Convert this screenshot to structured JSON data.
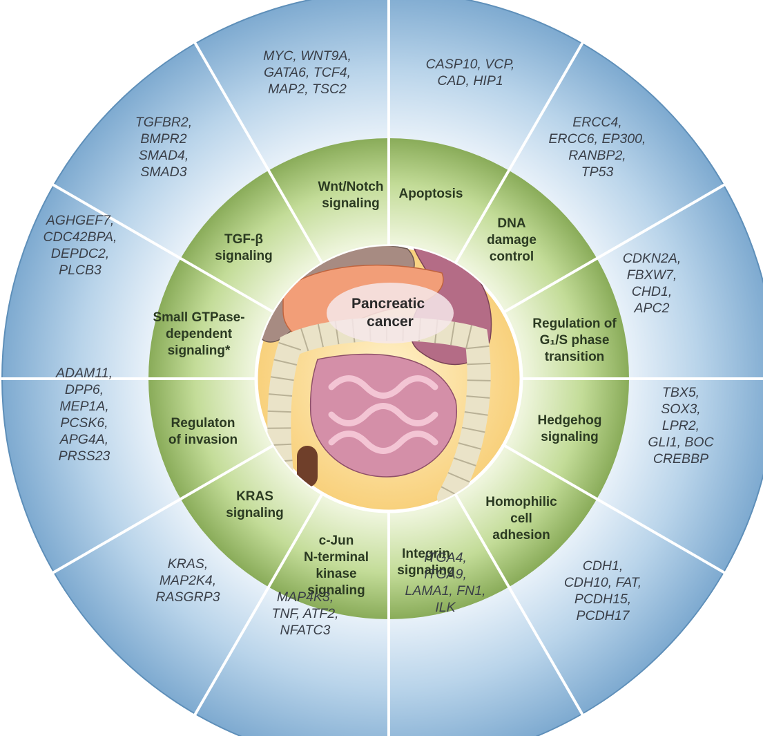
{
  "center_label": [
    "Pancreatic",
    "cancer"
  ],
  "colors": {
    "outer_ring_edge": "#7aa8cf",
    "outer_ring_light": "#e6f0f8",
    "pathway_ring_dark": "#7fa34e",
    "pathway_ring_light": "#d8e8bc",
    "center_fill": "#fbd98f",
    "divider": "#ffffff"
  },
  "segments": [
    {
      "pathway": [
        "Wnt/Notch",
        "signaling"
      ],
      "genes": [
        "MYC, WNT9A,",
        "GATA6, TCF4,",
        "MAP2, TSC2"
      ]
    },
    {
      "pathway": [
        "Apoptosis"
      ],
      "genes": [
        "CASP10, VCP,",
        "CAD, HIP1"
      ]
    },
    {
      "pathway": [
        "DNA",
        "damage",
        "control"
      ],
      "genes": [
        "ERCC4,",
        "ERCC6, EP300,",
        "RANBP2,",
        "TP53"
      ]
    },
    {
      "pathway": [
        "Regulation of",
        "G₁/S phase",
        "transition"
      ],
      "genes": [
        "CDKN2A,",
        "FBXW7,",
        "CHD1,",
        "APC2"
      ]
    },
    {
      "pathway": [
        "Hedgehog",
        "signaling"
      ],
      "genes": [
        "TBX5,",
        "SOX3,",
        "LPR2,",
        "GLI1, BOC",
        "CREBBP"
      ]
    },
    {
      "pathway": [
        "Homophilic",
        "cell",
        "adhesion"
      ],
      "genes": [
        "CDH1,",
        "CDH10, FAT,",
        "PCDH15,",
        "PCDH17"
      ]
    },
    {
      "pathway": [
        "Integrin",
        "signaling"
      ],
      "genes": [
        "ITGA4,",
        "ITGA9,",
        "LAMA1, FN1,",
        "ILK"
      ]
    },
    {
      "pathway": [
        "c-Jun",
        "N-terminal",
        "kinase",
        "signaling"
      ],
      "genes": [
        "MAP4K3,",
        "TNF, ATF2,",
        "NFATC3"
      ]
    },
    {
      "pathway": [
        "KRAS",
        "signaling"
      ],
      "genes": [
        "KRAS,",
        "MAP2K4,",
        "RASGRP3"
      ]
    },
    {
      "pathway": [
        "Regulaton",
        "of invasion"
      ],
      "genes": [
        "ADAM11,",
        "DPP6,",
        "MEP1A,",
        "PCSK6,",
        "APG4A,",
        "PRSS23"
      ]
    },
    {
      "pathway": [
        "Small GTPase-",
        "dependent",
        "signaling*"
      ],
      "genes": [
        "AGHGEF7,",
        "CDC42BPA,",
        "DEPDC2,",
        "PLCB3"
      ]
    },
    {
      "pathway": [
        "TGF-β",
        "signaling"
      ],
      "genes": [
        "TGFBR2,",
        "BMPR2",
        "SMAD4,",
        "SMAD3"
      ]
    }
  ]
}
